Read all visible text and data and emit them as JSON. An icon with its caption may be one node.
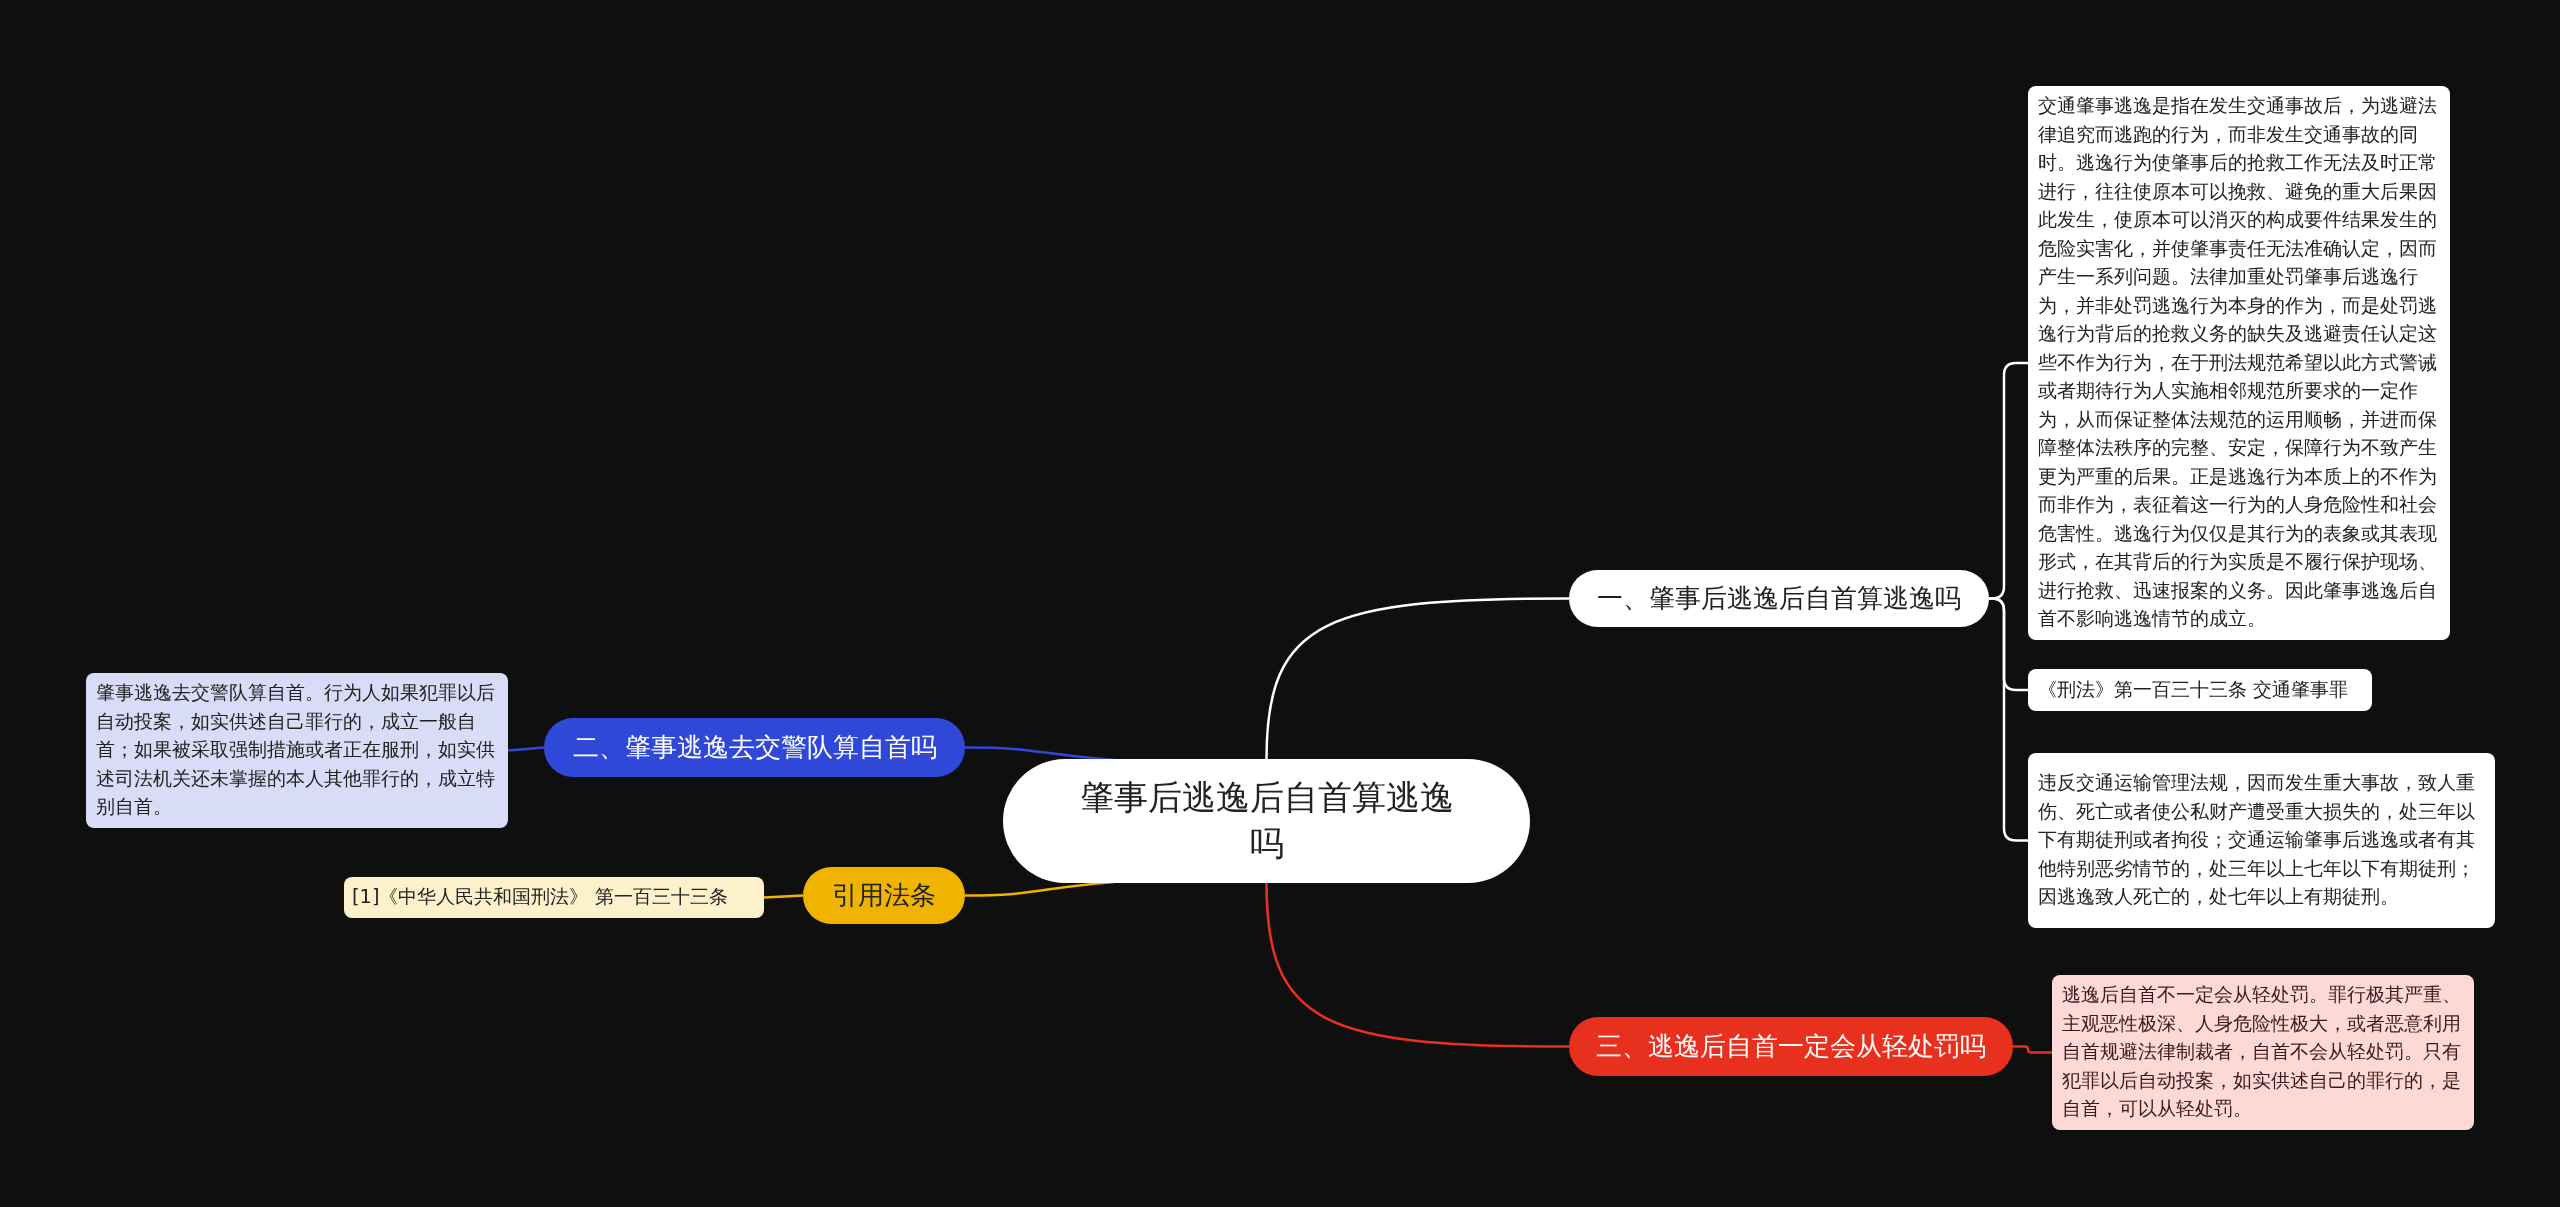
{
  "diagram": {
    "nodes": [
      {
        "text": [
          "肇事后逃逸后自首算逃逸吗"
        ]
      },
      {
        "text": [
          "一、肇事后逃逸后自首算逃逸吗"
        ]
      },
      {
        "text": [
          "交通肇事逃逸是指在发生交通事故后，为逃避法律追究而逃跑的行为，而非发生交通事故的同时。逃逸行为使肇事后的抢救工作无法及时正常进行，往往使原本可以挽救、避免的重大后果因此发生，使原本可以消灭的构成要件结果发生的危险实害化，并使肇事责任无法准确认定，因而产生一系列问题。法律加重处罚肇事后逃逸行为，并非处罚逃逸行为本身的作为，而是处罚逃逸行为背后的抢救义务的缺失及逃避责任认定这些不作为行为，在于刑法规范希望以此方式警诫或者期待行为人实施相邻规范所要求的一定作为，从而保证整体法规范的运用顺畅，并进而保障整体法秩序的完整、安定，保障行为不致产生更为严重的后果。正是逃逸行为本质上的不作为而非作为，表征着这一行为的人身危险性和社会危害性。逃逸行为仅仅是其行为的表象或其表现形式，在其背后的行为实质是不履行保护现场、进行抢救、迅速报案的义务。因此肇事逃逸后自首不影响逃逸情节的成立。"
        ]
      },
      {
        "text": [
          "《刑法》第一百三十三条 交通肇事罪"
        ]
      },
      {
        "text": [
          "违反交通运输管理法规，因而发生重大事故，致人重伤、死亡或者使公私财产遭受重大损失的，处三年以下有期徒刑或者拘役；交通运输肇事后逃逸或者有其他特别恶劣情节的，处三年以上七年以下有期徒刑；因逃逸致人死亡的，处七年以上有期徒刑。"
        ]
      },
      {
        "text": [
          "二、肇事逃逸去交警队算自首吗"
        ]
      },
      {
        "text": [
          "肇事逃逸去交警队算自首。行为人如果犯罪以后自动投案，如实供述自己罪行的，成立一般自首；如果被采取强制措施或者正在服刑，如实供述司法机关还未掌握的本人其他罪行的，成立特别自首。"
        ]
      },
      {
        "text": [
          "引用法条"
        ]
      },
      {
        "text": [
          "[1]《中华人民共和国刑法》 第一百三十三条"
        ]
      },
      {
        "text": [
          "三、逃逸后自首一定会从轻处罚吗"
        ]
      },
      {
        "text": [
          "逃逸后自首不一定会从轻处罚。罪行极其严重、主观恶性极深、人身危险性极大，或者恶意利用自首规避法律制裁者，自首不会从轻处罚。只有犯罪以后自动投案，如实供述自己的罪行的，是自首，可以从轻处罚。"
        ]
      }
    ],
    "edges": [
      {
        "from": 0,
        "to": 1,
        "arrow": "none"
      },
      {
        "from": 1,
        "to": 2,
        "arrow": "none"
      },
      {
        "from": 1,
        "to": 3,
        "arrow": "none"
      },
      {
        "from": 1,
        "to": 4,
        "arrow": "none"
      },
      {
        "from": 0,
        "to": 5,
        "arrow": "none",
        "color": "#2f48d8"
      },
      {
        "from": 5,
        "to": 6,
        "arrow": "none",
        "color": "#2f48d8"
      },
      {
        "from": 0,
        "to": 7,
        "arrow": "none",
        "color": "#f0b400"
      },
      {
        "from": 7,
        "to": 8,
        "arrow": "none",
        "color": "#f0b400"
      },
      {
        "from": 0,
        "to": 9,
        "arrow": "none",
        "color": "#e8301e"
      },
      {
        "from": 9,
        "to": 10,
        "arrow": "none",
        "color": "#e8301e"
      }
    ]
  }
}
